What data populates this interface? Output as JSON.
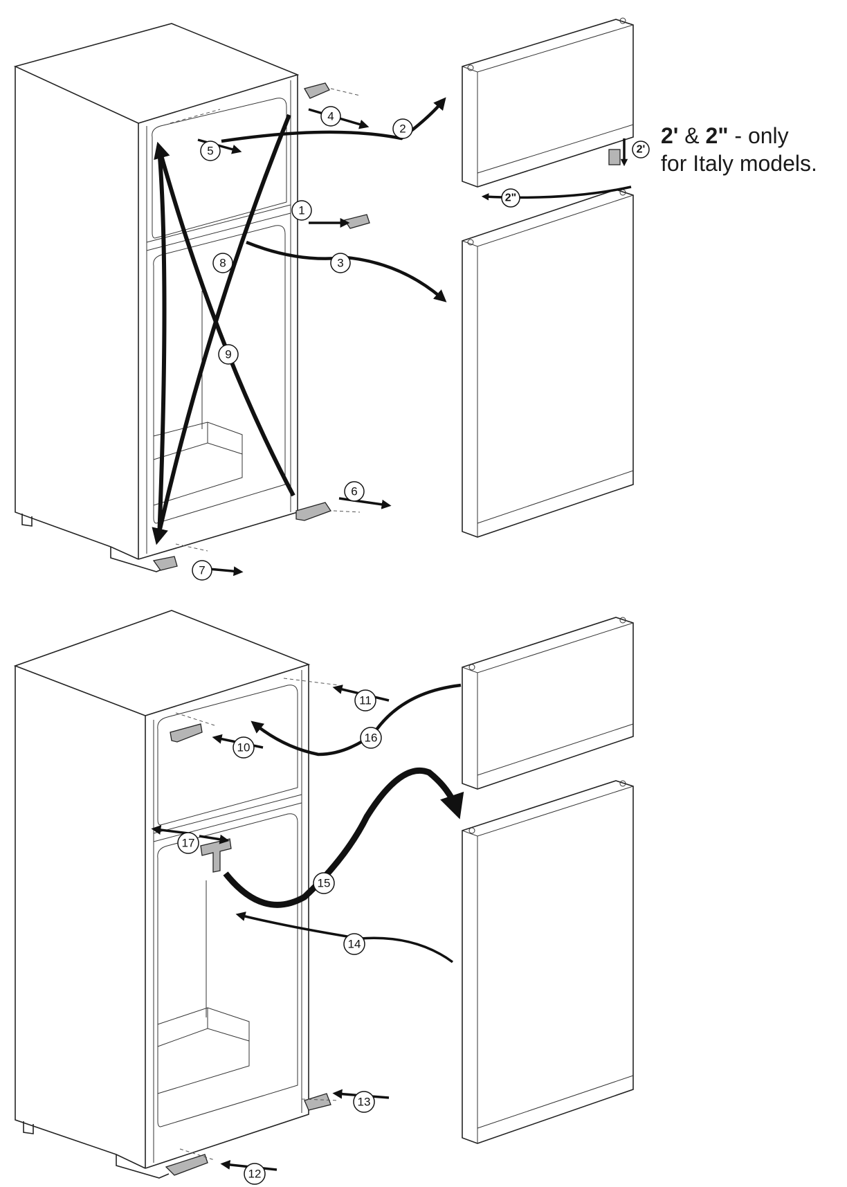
{
  "note": {
    "bold1": "2'",
    "amp": "&",
    "bold2": "2\"",
    "rest1": "- only",
    "line2": "for Italy models."
  },
  "steps": {
    "s1": "1",
    "s2": "2",
    "s2p": "2'",
    "s2pp": "2\"",
    "s3": "3",
    "s4": "4",
    "s5": "5",
    "s6": "6",
    "s7": "7",
    "s8": "8",
    "s9": "9",
    "s10": "10",
    "s11": "11",
    "s12": "12",
    "s13": "13",
    "s14": "14",
    "s15": "15",
    "s16": "16",
    "s17": "17"
  }
}
